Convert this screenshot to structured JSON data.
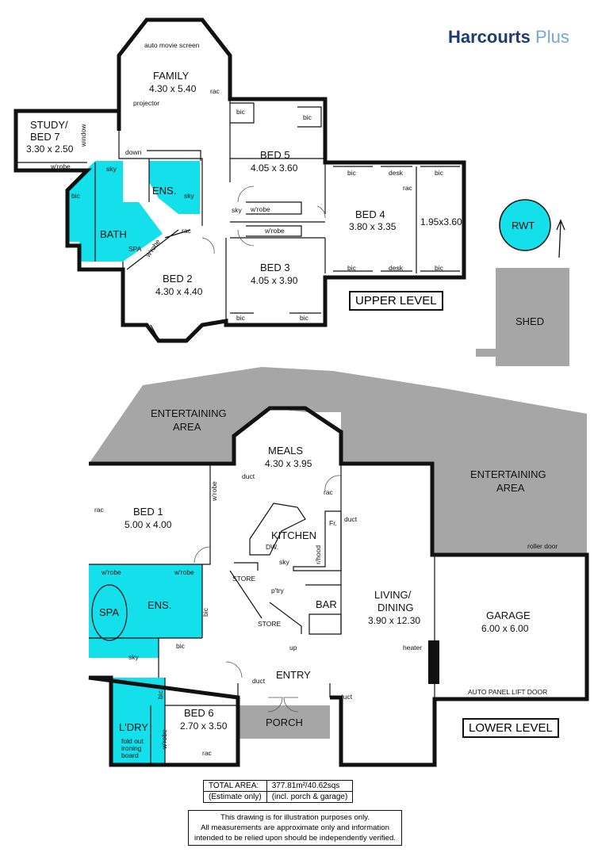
{
  "brand": {
    "name": "Harcourts",
    "suffix": "Plus"
  },
  "colors": {
    "wet_areas": "#13e0ea",
    "outdoor": "#a6a6a6",
    "walls": "#111111"
  },
  "upper": {
    "level_label": "UPPER LEVEL",
    "family": {
      "name": "FAMILY",
      "dim": "4.30 x 5.40",
      "screen": "auto movie screen",
      "projector": "projector",
      "rac": "rac"
    },
    "study": {
      "name1": "STUDY/",
      "name2": "BED 7",
      "dim": "3.30 x 2.50",
      "window": "window",
      "wrobe": "w'robe"
    },
    "bath": {
      "name": "BATH",
      "spa": "SPA",
      "bic": "bic",
      "sky": "sky"
    },
    "ens": {
      "name": "ENS.",
      "sky": "sky"
    },
    "down": "down",
    "bed2": {
      "name": "BED 2",
      "dim": "4.30 x 4.40",
      "wrobe": "w'robe",
      "rac": "rac"
    },
    "bed5": {
      "name": "BED 5",
      "dim": "4.05 x 3.60",
      "bic": "bic",
      "wrobe": "w'robe"
    },
    "bed3": {
      "name": "BED 3",
      "dim": "4.05 x 3.90",
      "bic": "bic",
      "wrobe": "w'robe"
    },
    "bed4": {
      "name": "BED 4",
      "dim": "3.80 x 3.35",
      "side_dim": "1.95x3.60",
      "bic": "bic",
      "desk": "desk",
      "rac": "rac"
    },
    "landing_sky": "sky",
    "rwt": "RWT",
    "shed": "SHED"
  },
  "lower": {
    "level_label": "LOWER LEVEL",
    "entertaining_left": {
      "l1": "ENTERTAINING",
      "l2": "AREA"
    },
    "entertaining_right": {
      "l1": "ENTERTAINING",
      "l2": "AREA"
    },
    "meals": {
      "name": "MEALS",
      "dim": "4.30 x 3.95",
      "duct": "duct",
      "rac": "rac"
    },
    "kitchen": {
      "name": "KITCHEN",
      "dw": "DW.",
      "sky": "sky",
      "hood": "r/hood",
      "fr": "Fr.",
      "duct": "duct"
    },
    "bed1": {
      "name": "BED 1",
      "dim": "5.00 x 4.00",
      "rac": "rac",
      "wrobe": "w'robe"
    },
    "ens": {
      "name": "ENS.",
      "spa": "SPA",
      "wrobe": "w'robe",
      "bic": "bic",
      "sky": "sky"
    },
    "store1": "STORE",
    "store2": "STORE",
    "pantry": "p'try",
    "up": "up",
    "bar": "BAR",
    "living": {
      "name1": "LIVING/",
      "name2": "DINING",
      "dim": "3.90 x 12.30",
      "heater": "heater"
    },
    "garage": {
      "name": "GARAGE",
      "dim": "6.00 x 6.00",
      "roller": "roller door",
      "lift": "AUTO PANEL LIFT DOOR"
    },
    "entry": {
      "name": "ENTRY",
      "duct": "duct"
    },
    "porch": "PORCH",
    "bed6": {
      "name": "BED 6",
      "dim": "2.70 x 3.50",
      "wrobe": "w'robe",
      "rac": "rac",
      "bic": "bic"
    },
    "laundry": {
      "name": "L'DRY",
      "l1": "fold out",
      "l2": "ironing",
      "l3": "board"
    }
  },
  "totals": {
    "label1": "TOTAL AREA:",
    "value1": "377.81m²/40.62sqs",
    "label2": "(Estimate only)",
    "value2": "(incl. porch & garage)"
  },
  "disclaimer": {
    "l1": "This drawing is for illustration purposes only.",
    "l2": "All measurements are approximate only and information",
    "l3": "intended to be relied upon should be independently verified."
  }
}
